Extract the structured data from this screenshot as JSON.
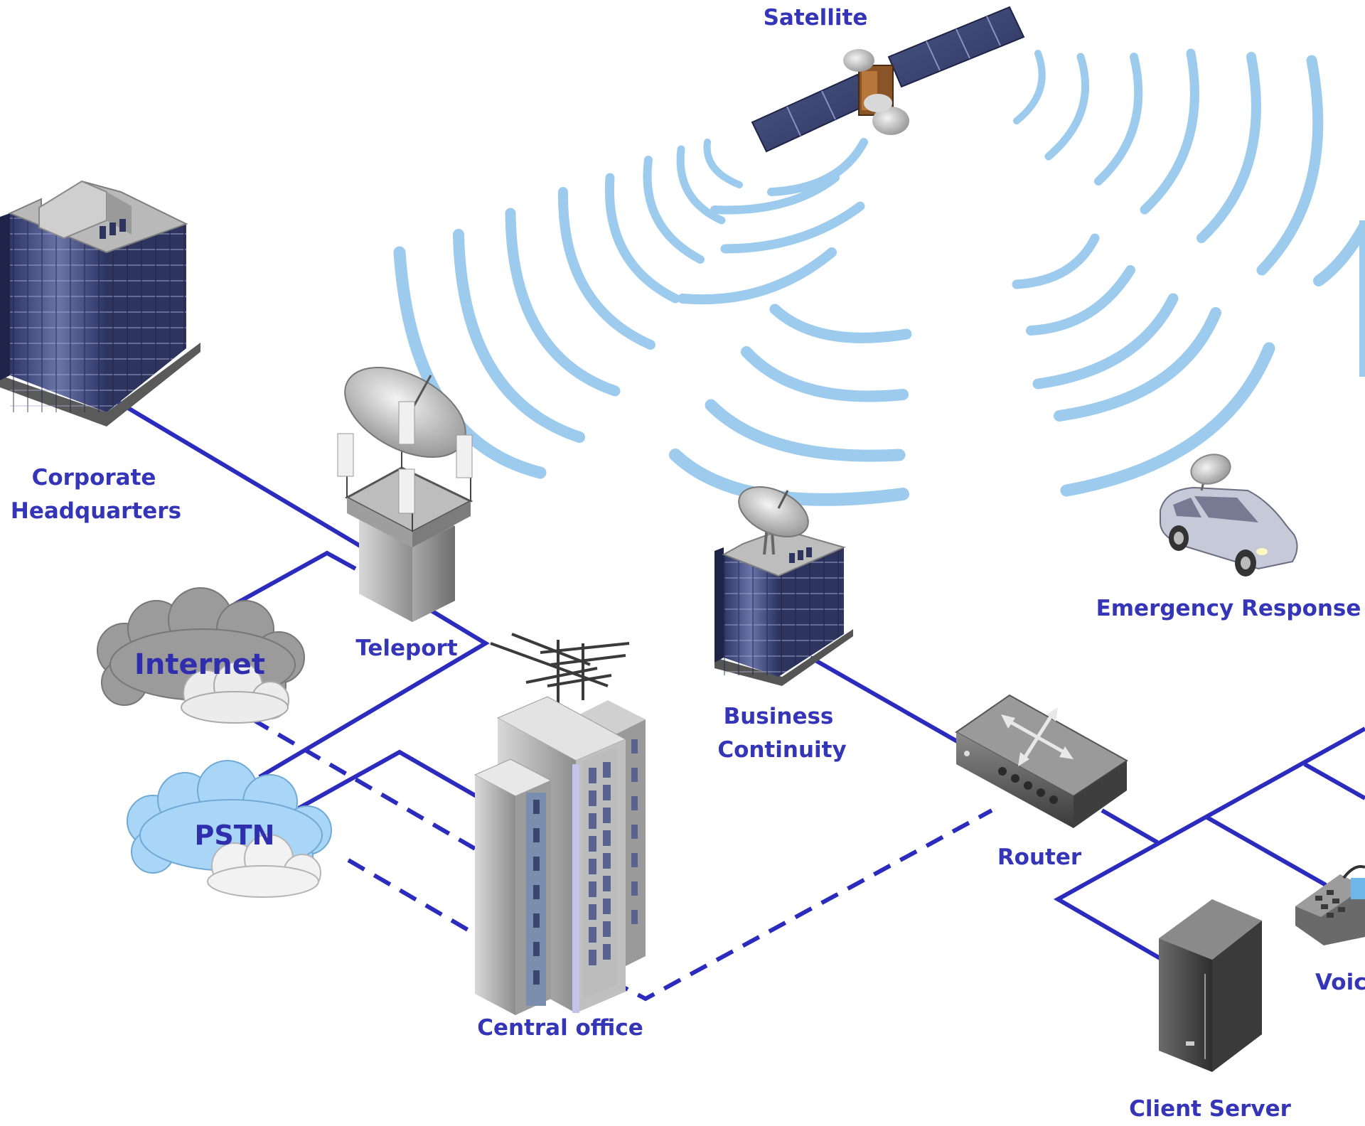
{
  "diagram": {
    "nodes": {
      "satellite": {
        "label": "Satellite"
      },
      "corporate_hq": {
        "label_line1": "Corporate",
        "label_line2": "Headquarters"
      },
      "teleport": {
        "label": "Teleport"
      },
      "internet": {
        "label": "Internet"
      },
      "pstn": {
        "label": "PSTN"
      },
      "central_office": {
        "label": "Central office"
      },
      "business_continuity": {
        "label_line1": "Business",
        "label_line2": "Continuity"
      },
      "emergency_response": {
        "label": "Emergency Response"
      },
      "router": {
        "label": "Router"
      },
      "client_server": {
        "label": "Client Server"
      },
      "voip": {
        "label": "Voic"
      }
    },
    "colors": {
      "label": "#3535b8",
      "link": "#2b2bbd",
      "signal_wave": "#9ccbee",
      "building_glass": "#4a5488",
      "pstn_cloud": "#9fd0f3",
      "internet_cloud": "#9a9a9a"
    },
    "links": [
      {
        "from": "corporate_hq",
        "to": "teleport",
        "style": "solid"
      },
      {
        "from": "teleport",
        "to": "internet",
        "style": "solid"
      },
      {
        "from": "teleport",
        "to": "pstn",
        "style": "solid"
      },
      {
        "from": "pstn",
        "to": "central_office",
        "style": "solid"
      },
      {
        "from": "internet",
        "to": "central_office",
        "style": "dashed"
      },
      {
        "from": "pstn",
        "to": "central_office",
        "style": "dashed"
      },
      {
        "from": "central_office",
        "to": "router",
        "style": "dashed"
      },
      {
        "from": "business_continuity",
        "to": "router",
        "style": "solid"
      },
      {
        "from": "router",
        "to": "client_server",
        "style": "solid"
      },
      {
        "from": "router",
        "to": "voip",
        "style": "solid"
      }
    ]
  }
}
